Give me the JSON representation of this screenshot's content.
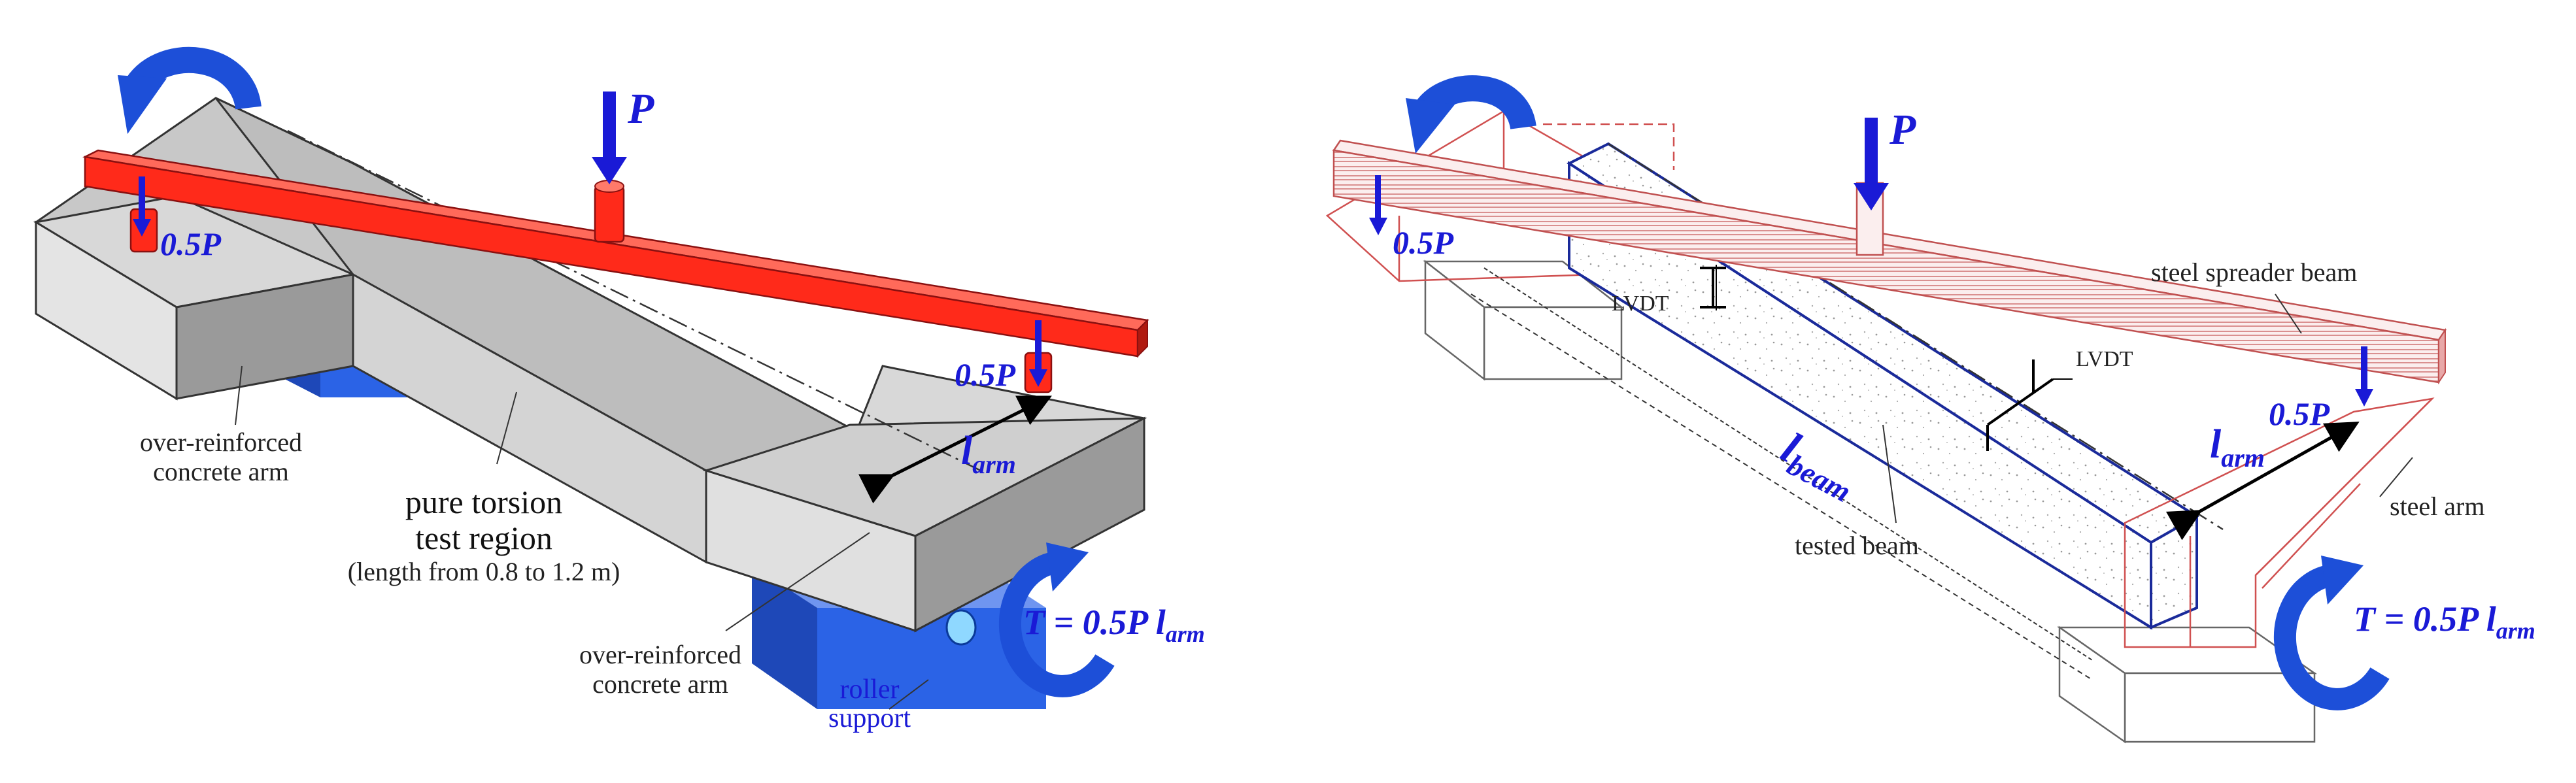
{
  "left_panel": {
    "load_label": "P",
    "half_load_left": "0.5P",
    "half_load_right": "0.5P",
    "arm_length": {
      "main": "l",
      "sub": "arm"
    },
    "arm_label_top": [
      "over-reinforced",
      "concrete arm"
    ],
    "region_label": [
      "pure torsion",
      "test region",
      "(length from 0.8 to 1.2 m)"
    ],
    "arm_label_bottom": [
      "over-reinforced",
      "concrete arm"
    ],
    "roller_label": [
      "roller",
      "support"
    ],
    "torque": {
      "main": "T = 0.5P l",
      "sub": "arm"
    }
  },
  "right_panel": {
    "load_label": "P",
    "half_load_left": "0.5P",
    "half_load_right": "0.5P",
    "lvdt_1": "LVDT",
    "lvdt_2": "LVDT",
    "spreader_label": "steel spreader beam",
    "arm_length": {
      "main": "l",
      "sub": "arm"
    },
    "beam_length": {
      "main": "l",
      "sub": "beam"
    },
    "steel_arm_label": "steel arm",
    "tested_beam_label": "tested beam",
    "torque": {
      "main": "T = 0.5P l",
      "sub": "arm"
    }
  },
  "colors": {
    "concrete_light": "#dcdcdc",
    "concrete_dark": "#9a9a9a",
    "spreader_red": "#ff2a1a",
    "load_blue": "#1a1ad6",
    "support_blue": "#2b63e6",
    "outline_red": "#d05050",
    "beam_outline_blue": "#1a2a9a"
  }
}
